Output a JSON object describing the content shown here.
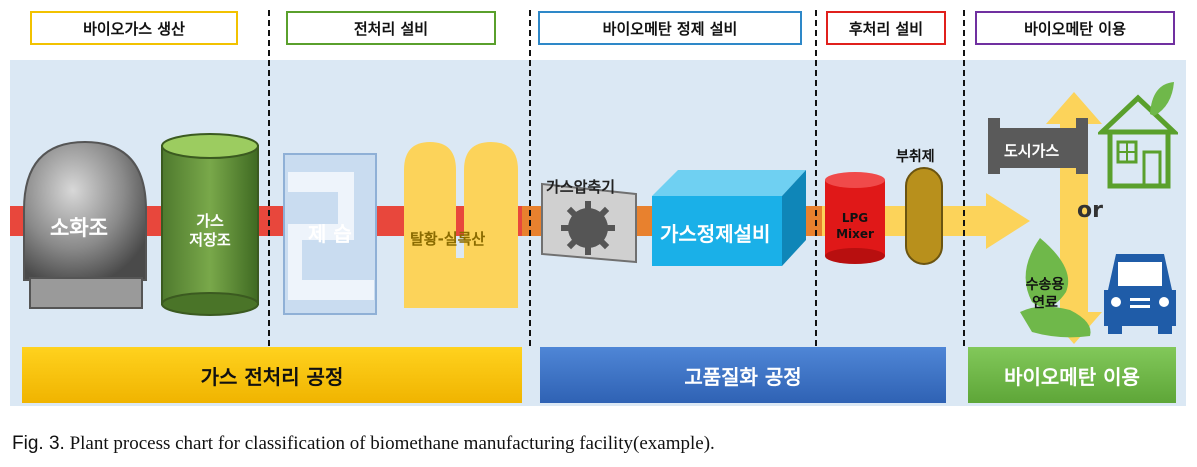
{
  "headers": [
    {
      "label": "바이오가스 생산",
      "color": "#f2c200"
    },
    {
      "label": "전처리 설비",
      "color": "#5aa02c"
    },
    {
      "label": "바이오메탄 정제 설비",
      "color": "#2e88c8"
    },
    {
      "label": "후처리 설비",
      "color": "#e0201c"
    },
    {
      "label": "바이오메탄 이용",
      "color": "#7030a0"
    }
  ],
  "components": {
    "digester": "소화조",
    "gas_storage": "가스\n저장조",
    "dehumidify": "제 습",
    "desulfur": "탈황-실록산",
    "compressor": "가스압축기",
    "purifier": "가스정제설비",
    "lpg_mixer": "LPG\nMixer",
    "odorant": "부취제",
    "city_gas": "도시가스",
    "or": "or",
    "transport_fuel": "수송용\n연료"
  },
  "stages": [
    {
      "label": "가스 전처리 공정",
      "color": "#f2bc00"
    },
    {
      "label": "고품질화 공정",
      "color": "#3d73c4"
    },
    {
      "label": "바이오메탄 이용",
      "color": "#6fb84a"
    }
  ],
  "caption": {
    "fig": "Fig. 3.",
    "text": " Plant process chart for classification of biomethane manufacturing facility(example)."
  },
  "colors": {
    "flow_red": "#e8473c",
    "flow_orange": "#e8812e",
    "flow_yellow": "#fcd35a",
    "band": "#dbe8f4"
  }
}
